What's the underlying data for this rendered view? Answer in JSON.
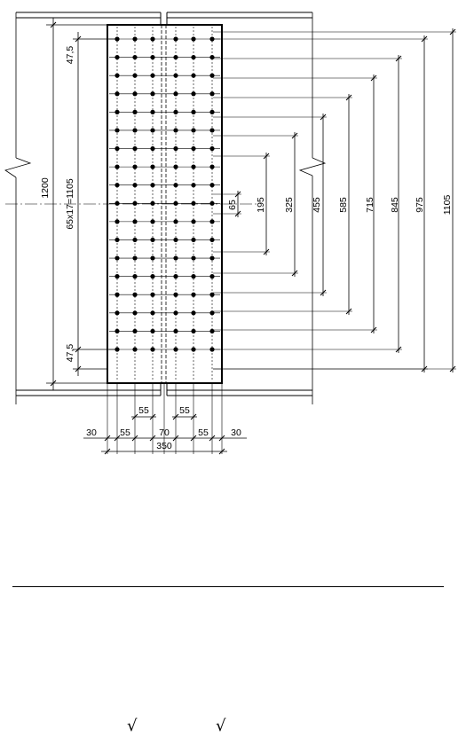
{
  "drawing": {
    "bolt_rows": 18,
    "bolt_cols": 6,
    "vertical_labels": {
      "overall_height": "1200",
      "bolt_field": "65x17=1105",
      "top_edge": "47,5",
      "bottom_edge": "47,5"
    },
    "right_dimensions": [
      "65",
      "195",
      "325",
      "455",
      "585",
      "715",
      "845",
      "975",
      "1105"
    ],
    "bottom_dimensions": {
      "row1": [
        "55",
        "55"
      ],
      "row2": [
        "30",
        "55",
        "70",
        "55",
        "30"
      ],
      "total": "350"
    }
  },
  "footer": {
    "root_symbol_1": "√",
    "root_symbol_2": "√"
  }
}
